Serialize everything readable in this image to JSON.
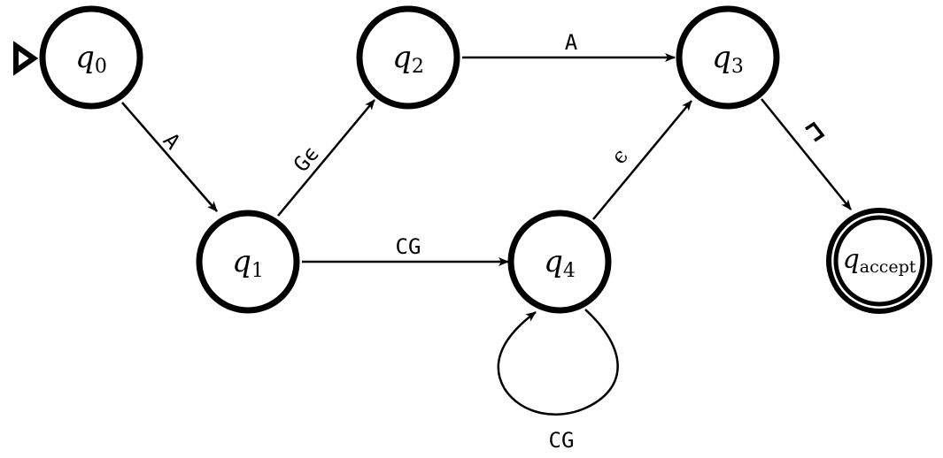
{
  "diagram": {
    "type": "finite-automaton",
    "start_state": "q0",
    "states": [
      {
        "id": "q0",
        "name": "q",
        "subscript": "0",
        "accepting": false
      },
      {
        "id": "q1",
        "name": "q",
        "subscript": "1",
        "accepting": false
      },
      {
        "id": "q2",
        "name": "q",
        "subscript": "2",
        "accepting": false
      },
      {
        "id": "q3",
        "name": "q",
        "subscript": "3",
        "accepting": false
      },
      {
        "id": "q4",
        "name": "q",
        "subscript": "4",
        "accepting": false
      },
      {
        "id": "qaccept",
        "name": "q",
        "subscript": "accept",
        "accepting": true
      }
    ],
    "transitions": [
      {
        "from": "q0",
        "to": "q1",
        "label": "A"
      },
      {
        "from": "q1",
        "to": "q2",
        "label": "Gϵ"
      },
      {
        "from": "q1",
        "to": "q4",
        "label": "CG"
      },
      {
        "from": "q2",
        "to": "q3",
        "label": "A"
      },
      {
        "from": "q4",
        "to": "q3",
        "label": "ϵ"
      },
      {
        "from": "q4",
        "to": "q4",
        "label": "CG"
      },
      {
        "from": "q3",
        "to": "qaccept",
        "label": "␣"
      }
    ]
  }
}
